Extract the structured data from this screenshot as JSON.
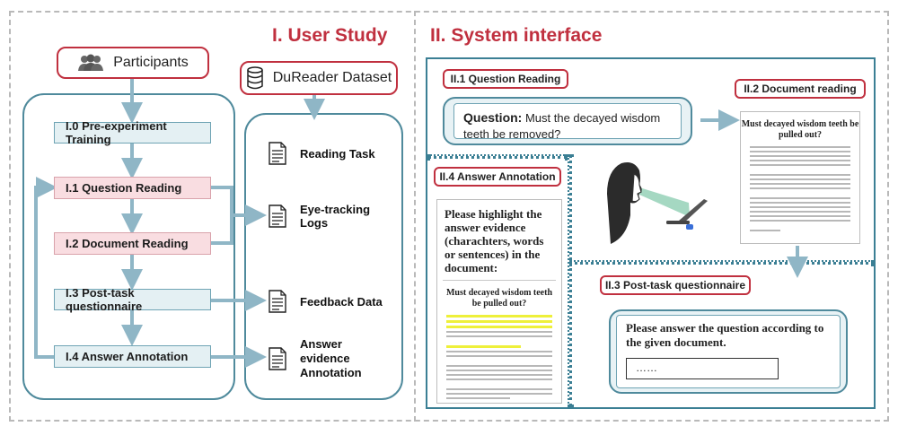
{
  "sections": {
    "user_study": "I. User Study",
    "system_interface": "II. System interface"
  },
  "user_study": {
    "participants": "Participants",
    "dataset": "DuReader Dataset",
    "steps": [
      "I.0 Pre-experiment Training",
      "I.1 Question Reading",
      "I.2 Document Reading",
      "I.3 Post-task questionnaire",
      "I.4 Answer Annotation"
    ],
    "outputs": [
      "Reading Task",
      "Eye-tracking Logs",
      "Feedback Data",
      "Answer evidence Annotation"
    ]
  },
  "system": {
    "question_reading": {
      "label": "II.1 Question Reading",
      "question_prefix": "Question:",
      "question_text": "Must the decayed wisdom teeth be removed?"
    },
    "document_reading": {
      "label": "II.2 Document reading",
      "doc_title": "Must decayed wisdom teeth be pulled out?"
    },
    "answer_annotation": {
      "label": "II.4 Answer Annotation",
      "instruction": "Please highlight the answer evidence (charachters, words or sentences) in the document:",
      "doc_title": "Must decayed wisdom teeth be pulled out?"
    },
    "post_task": {
      "label": "II.3 Post-task questionnaire",
      "prompt": "Please answer the question according to the given document.",
      "answer_placeholder": "……"
    }
  },
  "colors": {
    "accent_red": "#c0303f",
    "teal": "#4f8a9c",
    "arrow": "#8fb6c6",
    "step_blue": "#e4f0f3",
    "step_pink": "#f9dde1",
    "highlight": "#eef03a"
  },
  "icons": {
    "participants": "people-group-icon",
    "dataset": "database-icon",
    "output": "document-icon",
    "reader": "person-reading-laptop-icon"
  }
}
